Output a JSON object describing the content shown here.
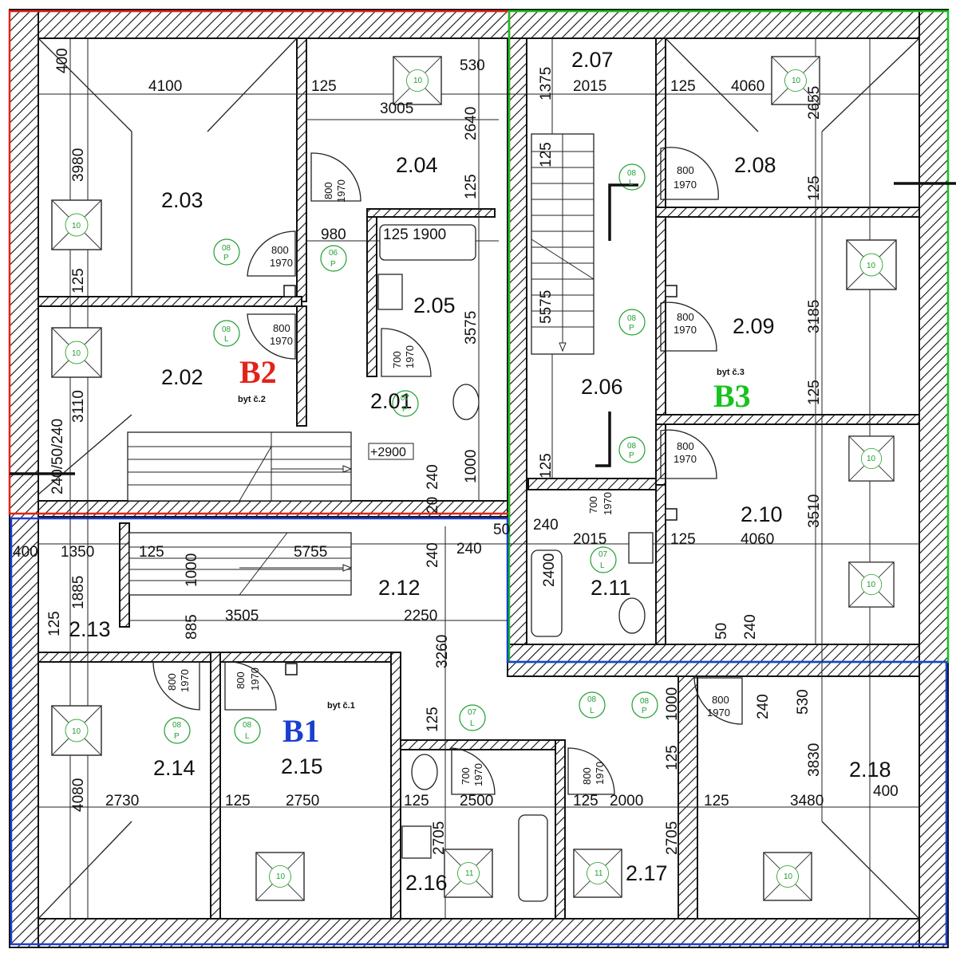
{
  "apartments": [
    {
      "code": "B2",
      "label": "byt č.2",
      "color": "#e2231a"
    },
    {
      "code": "B3",
      "label": "byt č.3",
      "color": "#19c21f"
    },
    {
      "code": "B1",
      "label": "byt č.1",
      "color": "#1b3fd1"
    }
  ],
  "rooms": [
    "2.01",
    "2.02",
    "2.03",
    "2.04",
    "2.05",
    "2.06",
    "2.07",
    "2.08",
    "2.09",
    "2.10",
    "2.11",
    "2.12",
    "2.13",
    "2.14",
    "2.15",
    "2.16",
    "2.17",
    "2.18"
  ],
  "level_mark": "+2900",
  "dimensions_h": [
    "4100",
    "125",
    "3005",
    "530",
    "2015",
    "125",
    "4060",
    "980",
    "125 1900",
    "1350",
    "125",
    "5755",
    "240",
    "2015",
    "125",
    "4060",
    "400",
    "3505",
    "2250",
    "2730",
    "125",
    "2750",
    "125",
    "2500",
    "125",
    "2000",
    "125",
    "3480",
    "400",
    "50",
    "240"
  ],
  "dimensions_v": [
    "400",
    "3980",
    "125",
    "3110",
    "240/50/240",
    "2640",
    "125",
    "3575",
    "1000",
    "240",
    "1375",
    "125",
    "5575",
    "125",
    "2655",
    "125",
    "3185",
    "125",
    "3510",
    "1885",
    "125",
    "885",
    "1000",
    "240",
    "2400",
    "3260",
    "125",
    "4080",
    "2705",
    "2705",
    "125",
    "1000",
    "3830",
    "530",
    "240",
    "50",
    "240",
    "20"
  ],
  "door_sizes": {
    "width": "800",
    "height": "1970",
    "width_small": "700"
  },
  "door_codes": [
    "08",
    "P",
    "L",
    "07",
    "06"
  ],
  "fixture_code": "10",
  "fixture_code_small": "11"
}
